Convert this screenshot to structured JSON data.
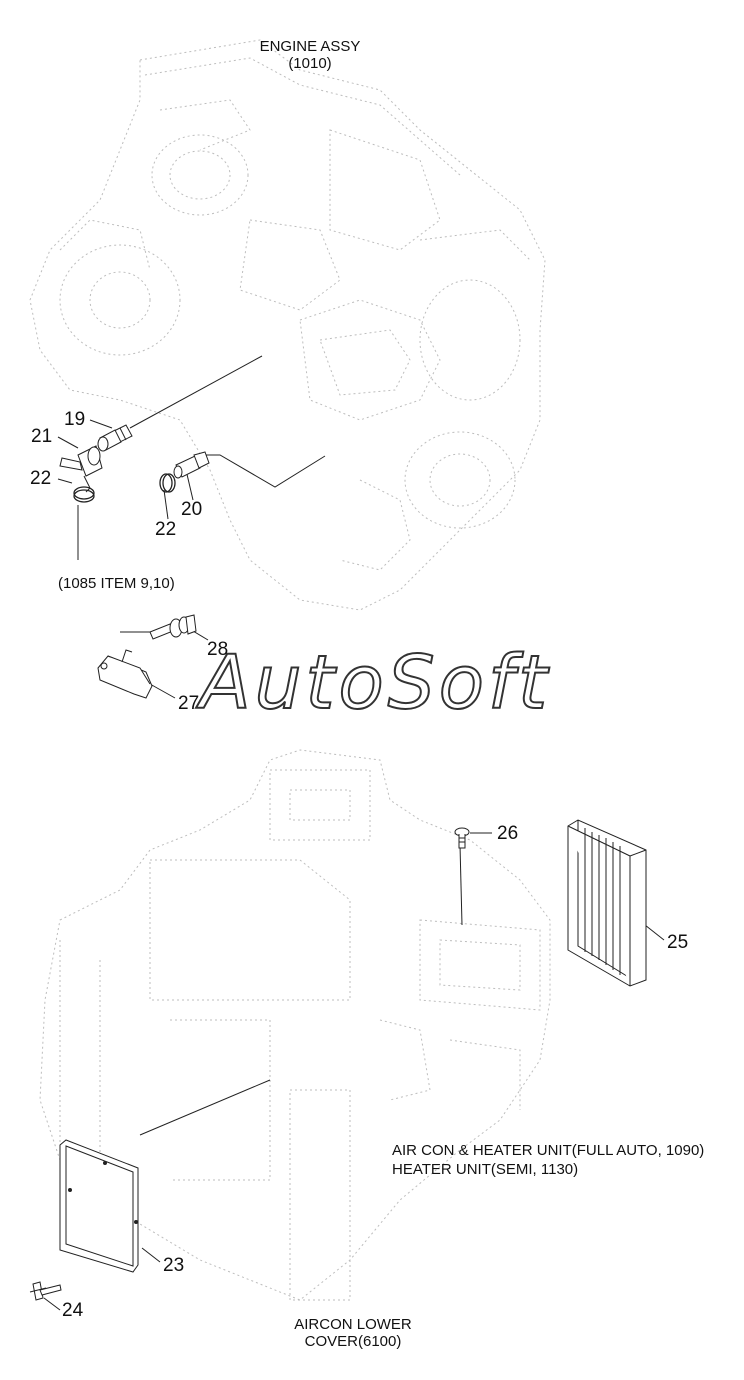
{
  "captions": {
    "engine_assy": [
      "ENGINE ASSY",
      "(1010)"
    ],
    "ref_1085": "(1085 ITEM 9,10)",
    "aircon_heater": [
      "AIR CON & HEATER UNIT(FULL AUTO, 1090)",
      "HEATER UNIT(SEMI, 1130)"
    ],
    "aircon_lower_cover": [
      "AIRCON LOWER",
      "COVER(6100)"
    ]
  },
  "callouts": {
    "c19": "19",
    "c21": "21",
    "c22a": "22",
    "c22b": "22",
    "c20": "20",
    "c28": "28",
    "c27": "27",
    "c26": "26",
    "c25": "25",
    "c23": "23",
    "c24": "24"
  },
  "watermark": "AutoSoft",
  "colors": {
    "line": "#222222",
    "ghost": "#b8b8b8",
    "background": "#ffffff"
  }
}
